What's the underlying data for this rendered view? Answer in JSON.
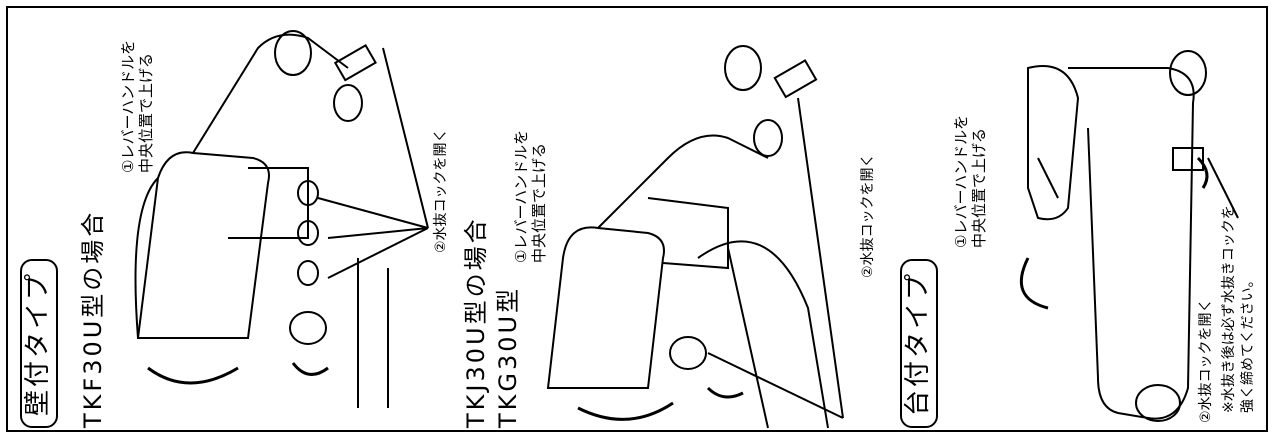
{
  "wall_type": {
    "heading": "壁付タイプ",
    "model_a": {
      "name": "TKF30U型の場合",
      "step1_line1": "①レバーハンドルを",
      "step1_line2": "中央位置で上げる",
      "step2": "②水抜コックを開く"
    },
    "model_b": {
      "name_line1": "TKJ30U型の場合",
      "name_line2": "TKG30U型",
      "step1_line1": "①レバーハンドルを",
      "step1_line2": "中央位置で上げる",
      "step2": "②水抜コックを開く"
    }
  },
  "deck_type": {
    "heading": "台付タイプ",
    "step1_line1": "①レバーハンドルを",
    "step1_line2": "中央位置で上げる",
    "step2": "②水抜コックを開く",
    "note_line1": "※水抜き後は必ず水抜きコックを",
    "note_line2": "強く締めてください。"
  }
}
